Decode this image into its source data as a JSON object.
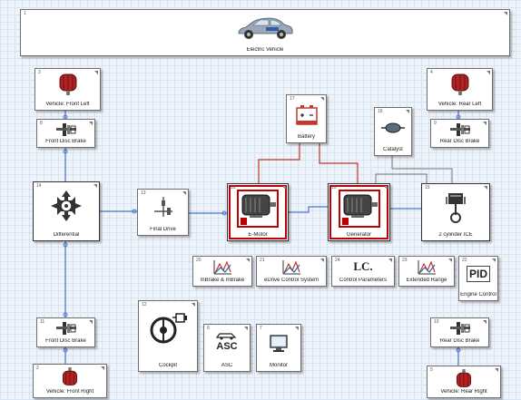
{
  "blocks": {
    "vehicle": {
      "num": "1",
      "label": "Electric Vehicle"
    },
    "wheel_front_left": {
      "num": "3",
      "label": "Vehicle: Front Left"
    },
    "wheel_rear_left": {
      "num": "4",
      "label": "Vehicle: Rear Left"
    },
    "brake_front_left": {
      "num": "8",
      "label": "Front Disc Brake"
    },
    "brake_rear_left": {
      "num": "9",
      "label": "Rear Disc Brake"
    },
    "battery": {
      "num": "17",
      "label": "Battery"
    },
    "catalyst": {
      "num": "16",
      "label": "Catalyst"
    },
    "differential": {
      "num": "14",
      "label": "Differential"
    },
    "final_drive": {
      "num": "13",
      "label": "Final Drive"
    },
    "emotor": {
      "num": "18",
      "label": "E-Motor"
    },
    "generator": {
      "num": "19",
      "label": "Generator"
    },
    "ice": {
      "num": "15",
      "label": "2 cylinder ICE"
    },
    "mbrake": {
      "num": "20",
      "label": "mBrake & mBrake"
    },
    "drive_control": {
      "num": "21",
      "label": "eDrive Control System"
    },
    "control_params": {
      "num": "24",
      "label": "Control Parameters"
    },
    "extended_range": {
      "num": "23",
      "label": "Extended Range"
    },
    "engine_control": {
      "num": "22",
      "label": "Engine Control"
    },
    "cockpit": {
      "num": "12",
      "label": "Cockpit"
    },
    "asc": {
      "num": "6",
      "label": "ASC"
    },
    "monitor": {
      "num": "7",
      "label": "Monitor"
    },
    "brake_front_right": {
      "num": "11",
      "label": "Front Disc Brake"
    },
    "brake_rear_right": {
      "num": "10",
      "label": "Rear Disc Brake"
    },
    "wheel_front_right": {
      "num": "2",
      "label": "Vehicle: Front Right"
    },
    "wheel_rear_right": {
      "num": "5",
      "label": "Vehicle: Rear Right"
    }
  },
  "icon_text": {
    "pid": "PID",
    "asc": "ASC",
    "lc": "LC."
  },
  "colors": {
    "mechanical_wire": "#4a78c8",
    "electrical_wire": "#c0392b",
    "signal_wire": "#777777",
    "selection": "#c00000",
    "wheel_red": "#b22222",
    "grid": "#d6e3f2",
    "canvas": "#eef3f9"
  },
  "icons": {
    "vehicle": "car-icon",
    "wheels": "tire-icon",
    "brakes": "disc-brake-icon",
    "battery": "battery-icon",
    "catalyst": "catalyst-icon",
    "differential": "differential-icon",
    "final_drive": "gear-shaft-icon",
    "motors": "electric-motor-icon",
    "ice": "piston-icon",
    "controllers": "characteristic-curve-icon",
    "cockpit": "steering-cockpit-icon",
    "monitor": "monitor-icon"
  }
}
